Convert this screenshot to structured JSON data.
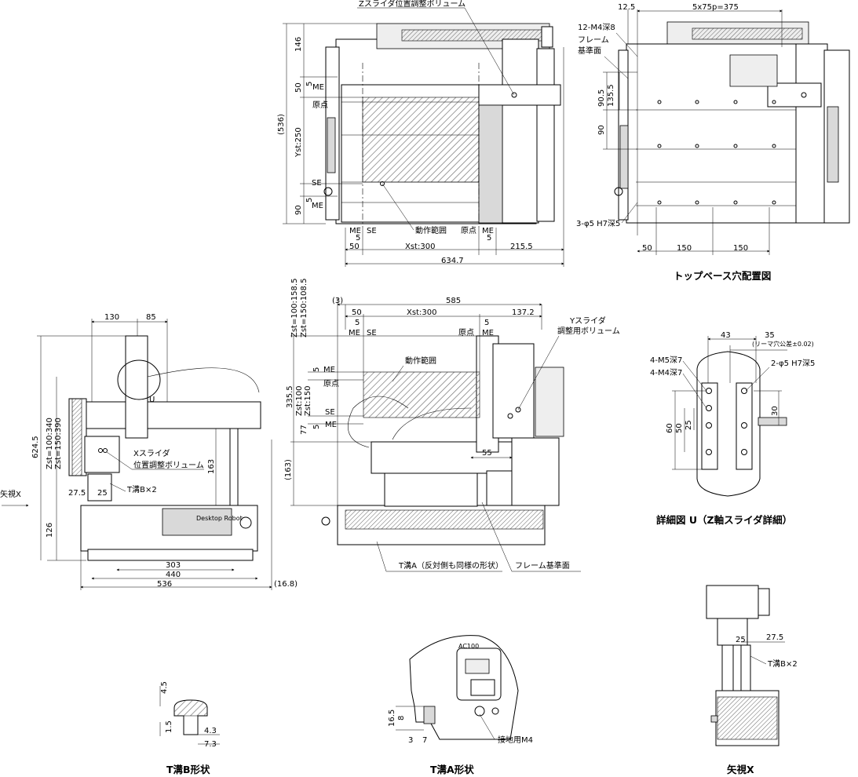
{
  "top_view": {
    "z_slider_label": "Zスライダ位置調整ボリューム",
    "dim_146": "146",
    "dim_50": "50",
    "dim_536": "(536)",
    "dim_yst250": "Yst:250",
    "dim_90": "90",
    "dim_5a": "5",
    "dim_5b": "5",
    "me_top": "ME",
    "origin_top": "原点",
    "se_left": "SE",
    "me_left": "ME",
    "me_bottom_l": "ME",
    "se_bottom": "SE",
    "range_label": "動作範囲",
    "origin_bottom": "原点",
    "me_bottom_r": "ME",
    "dim_5c": "5",
    "dim_5d": "5",
    "dim_50b": "50",
    "dim_xst300": "Xst:300",
    "dim_215_5": "215.5",
    "dim_634_7": "634.7"
  },
  "base_view": {
    "dim_12_5": "12.5",
    "dim_5x75": "5x75p=375",
    "holes_label": "12-M4深8",
    "frame_label_1": "フレーム",
    "frame_label_2": "基準面",
    "dim_90_5": "90.5",
    "dim_135_5": "135.5",
    "dim_90": "90",
    "dowel_label": "3-φ5 H7深5",
    "dim_50": "50",
    "dim_150a": "150",
    "dim_150b": "150",
    "caption": "トップベース穴配置図"
  },
  "front_view": {
    "dim_130": "130",
    "dim_85": "85",
    "dim_624_5": "624.5",
    "dim_zst100": "Zst=100:340",
    "dim_zst150": "Zst=150:390",
    "x_slider_1": "Xスライダ",
    "x_slider_2": "位置調整ボリューム",
    "u_label": "U",
    "dim_163": "163",
    "dim_27_5": "27.5",
    "dim_25": "25",
    "t_groove_b": "T溝B×2",
    "arrow_x": "矢視X",
    "dim_126": "126",
    "dim_303": "303",
    "dim_440": "440",
    "dim_536": "536",
    "dim_16_8": "(16.8)",
    "panel_text": "Desktop Robot"
  },
  "side_view": {
    "dim_3": "(3)",
    "dim_585": "585",
    "dim_50": "50",
    "dim_xst300": "Xst:300",
    "dim_137_2": "137.2",
    "dim_5a": "5",
    "dim_5b": "5",
    "me_l": "ME",
    "se_l": "SE",
    "origin_r": "原点",
    "me_r": "ME",
    "zst_rot1": "Zst=100:158.5",
    "zst_rot2": "Zst=150:108.5",
    "y_slider_1": "Yスライダ",
    "y_slider_2": "調整用ボリューム",
    "range_label": "動作範囲",
    "dim_5c": "5",
    "me_mid": "ME",
    "origin_mid": "原点",
    "dim_335_5": "335.5",
    "dim_zst100": "Zst:100",
    "dim_zst150": "Zst:150",
    "se_mid": "SE",
    "dim_5d": "5",
    "me_low": "ME",
    "dim_77": "77",
    "dim_55": "55",
    "dim_163": "(163)",
    "t_groove_a": "T溝A（反対側も同様の形状）",
    "frame_ref": "フレーム基準面"
  },
  "detail_u": {
    "dim_43": "43",
    "dim_35": "35",
    "tolerance": "(リーマ穴公差±0.02)",
    "m5": "4-M5深7",
    "m4": "4-M4深7",
    "dowel": "2-φ5 H7深5",
    "dim_60": "60",
    "dim_50": "50",
    "dim_25": "25",
    "dim_30": "30",
    "caption": "詳細図 U（Z軸スライダ詳細）"
  },
  "t_groove_b_shape": {
    "dim_4_5": "4.5",
    "dim_1_5": "1.5",
    "dim_4_3": "4.3",
    "dim_7_3": "7.3",
    "caption": "T溝B形状"
  },
  "t_groove_a_shape": {
    "ac_label": "AC100",
    "dim_16_5": "16.5",
    "dim_8": "8",
    "dim_3": "3",
    "dim_7": "7",
    "ground_label": "接地用M4",
    "caption": "T溝A形状"
  },
  "view_x": {
    "dim_25": "25",
    "dim_27_5": "27.5",
    "t_groove_b": "T溝B×2",
    "caption": "矢視X"
  }
}
